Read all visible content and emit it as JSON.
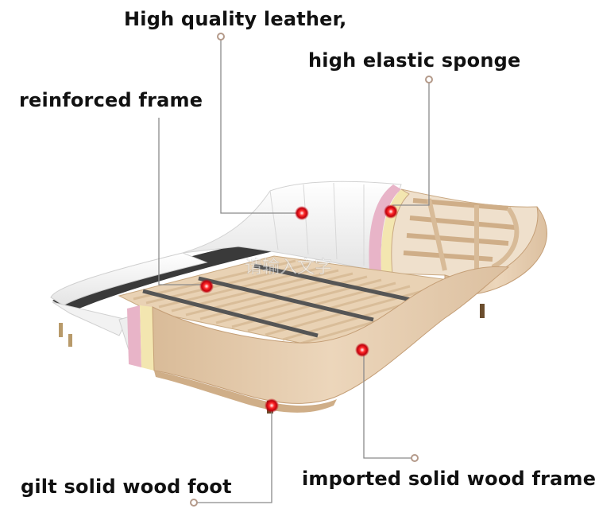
{
  "callouts": {
    "leather_line1": "High quality leather,",
    "sponge_line2": "high elastic sponge",
    "reinforced_frame": "reinforced frame",
    "gilt_foot": "gilt solid wood foot",
    "imported_wood": "imported solid wood frame"
  },
  "watermark": "请输入文字",
  "colors": {
    "wood": "#e6cdb0",
    "wood_dark": "#d4b591",
    "leather": "#f4f4f4",
    "pink_layer": "#e8b4c8",
    "sponge_layer": "#f3e6b0",
    "slat_bar": "#5a5a5a",
    "marker_red": "#d0101a",
    "callout_line": "#8a8a8a"
  }
}
